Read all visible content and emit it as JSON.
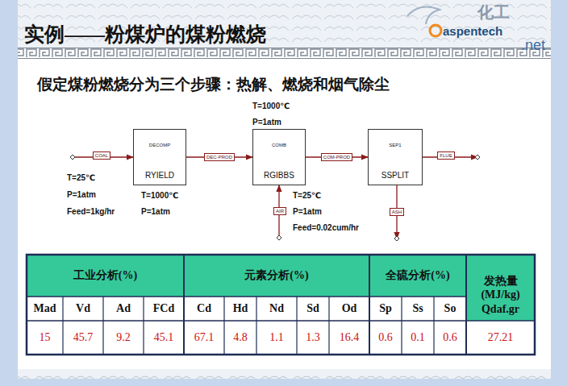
{
  "diagram": {
    "title": "实例——粉煤炉的煤粉燃烧",
    "nodes": [
      {
        "text": [
          "DECOMP",
          "RYIELD"
        ]
      },
      {
        "text": [
          "COMB",
          "RGIBBS"
        ]
      },
      {
        "text": [
          "SEP1",
          "SSPLIT"
        ]
      }
    ],
    "edges": [
      {
        "from": 0,
        "to": 1,
        "label": "DEC-PROD",
        "arrow": "to"
      },
      {
        "from": 1,
        "to": 2,
        "label": "COM-PROD",
        "arrow": "to"
      }
    ],
    "labels": [
      "化工",
      "aspentech",
      ".net",
      "假定煤粉燃烧分为三个步骤：热解、燃烧和烟气除尘",
      "COAL",
      "FLUE",
      "AIR",
      "ASH",
      "T=1000℃",
      "P=1atm",
      "T=25℃",
      "P=1atm",
      "Feed=1kg/hr",
      "T=1000℃",
      "P=1atm",
      "T=25℃",
      "P=1atm",
      "Feed=0.02cum/hr",
      "工业分析(%)",
      "元素分析(%)",
      "全硫分析(%)",
      "发热量 (MJ/kg)",
      "Mad",
      "Vd",
      "Ad",
      "FCd",
      "Cd",
      "Hd",
      "Nd",
      "Sd",
      "Od",
      "Sp",
      "Ss",
      "So",
      "Qdaf.gr",
      "15",
      "45.7",
      "9.2",
      "45.1",
      "67.1",
      "4.8",
      "1.1",
      "1.3",
      "16.4",
      "0.6",
      "0.1",
      "0.6",
      "27.21"
    ]
  }
}
